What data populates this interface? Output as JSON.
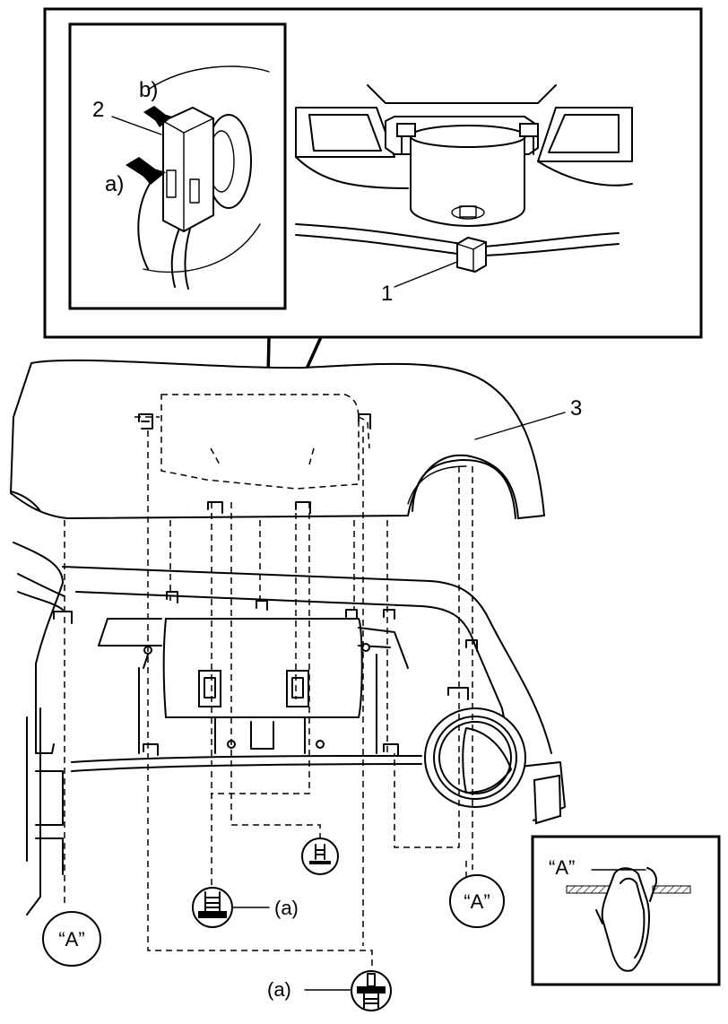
{
  "callouts": {
    "part_1": "1",
    "part_2": "2",
    "part_3": "3",
    "arrow_a": "a)",
    "arrow_b": "b)"
  },
  "fasteners": {
    "bolt_label_upper": "(a)",
    "bolt_label_lower": "(a)"
  },
  "views": {
    "clip_ref_left": "“A”",
    "clip_ref_right": "“A”",
    "detail_title": "“A”"
  }
}
